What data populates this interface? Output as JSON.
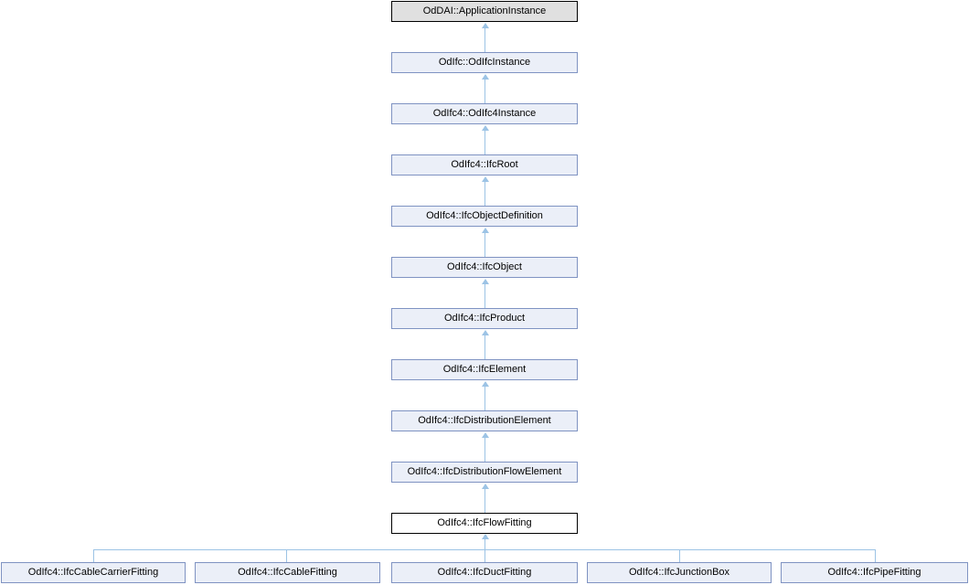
{
  "diagram": {
    "type": "class-inheritance-graph",
    "colors": {
      "node_fill": "#EBEFF8",
      "node_border": "#7F93C2",
      "edge": "#9CC3E5",
      "external_fill": "#E0E0E0",
      "external_border": "#000000",
      "current_fill": "#FFFFFF",
      "current_border": "#000000",
      "text": "#000000",
      "background": "#FFFFFF"
    },
    "chain": [
      {
        "label": "OdDAI::ApplicationInstance",
        "role": "external-base"
      },
      {
        "label": "OdIfc::OdIfcInstance",
        "role": "ancestor"
      },
      {
        "label": "OdIfc4::OdIfc4Instance",
        "role": "ancestor"
      },
      {
        "label": "OdIfc4::IfcRoot",
        "role": "ancestor"
      },
      {
        "label": "OdIfc4::IfcObjectDefinition",
        "role": "ancestor"
      },
      {
        "label": "OdIfc4::IfcObject",
        "role": "ancestor"
      },
      {
        "label": "OdIfc4::IfcProduct",
        "role": "ancestor"
      },
      {
        "label": "OdIfc4::IfcElement",
        "role": "ancestor"
      },
      {
        "label": "OdIfc4::IfcDistributionElement",
        "role": "ancestor"
      },
      {
        "label": "OdIfc4::IfcDistributionFlowElement",
        "role": "ancestor"
      },
      {
        "label": "OdIfc4::IfcFlowFitting",
        "role": "current-class"
      }
    ],
    "derived": [
      {
        "label": "OdIfc4::IfcCableCarrierFitting"
      },
      {
        "label": "OdIfc4::IfcCableFitting"
      },
      {
        "label": "OdIfc4::IfcDuctFitting"
      },
      {
        "label": "OdIfc4::IfcJunctionBox"
      },
      {
        "label": "OdIfc4::IfcPipeFitting"
      }
    ]
  }
}
